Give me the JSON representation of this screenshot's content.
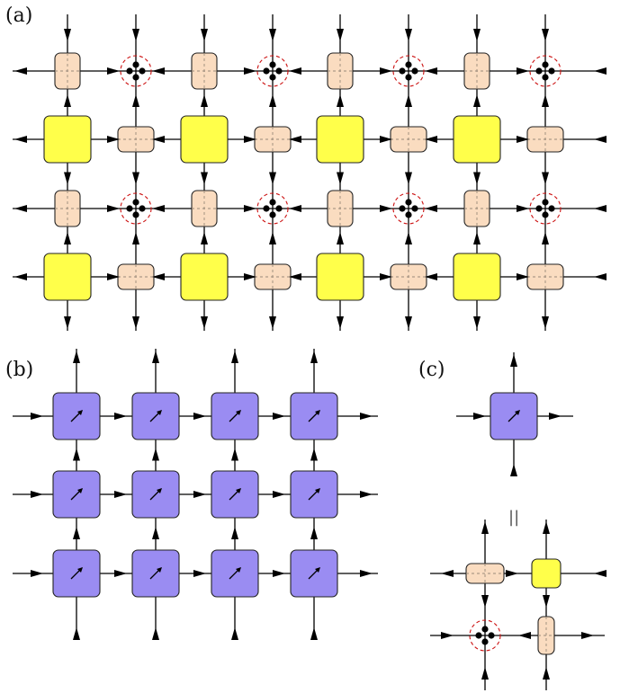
{
  "panels": {
    "a": {
      "label": "(a)"
    },
    "b": {
      "label": "(b)"
    },
    "c": {
      "label": "(c)"
    }
  },
  "equals_symbol": "||",
  "colors": {
    "tan_tensor": "#fadcc0",
    "yellow_tensor": "#ffff4a",
    "purple_tensor": "#9a8cf2",
    "delta_ring": "#cc1111",
    "line": "#000000"
  },
  "legend_icons": [
    "tan-tensor-icon",
    "yellow-tensor-icon",
    "purple-tensor-icon",
    "delta-node-icon"
  ]
}
